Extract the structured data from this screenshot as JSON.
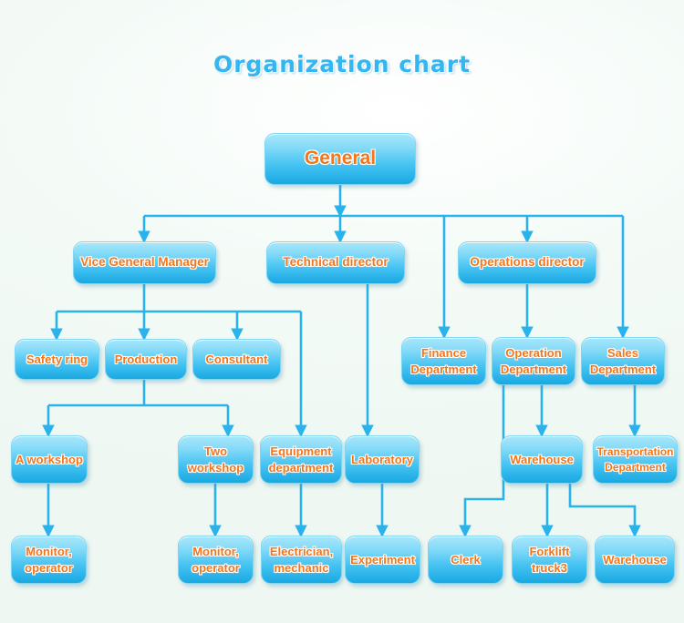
{
  "page": {
    "title": "Organization chart",
    "title_color": "#36b6f0",
    "background_color": "#f0f8f4",
    "node_text_color": "#f4761a",
    "node_fill_top": "#a7e6fa",
    "node_fill_bottom": "#19a8e2",
    "connector_color": "#29b3ec"
  },
  "nodes": {
    "general": {
      "label": "General",
      "level": 1
    },
    "vice_general_manager": {
      "label": "Vice General Manager",
      "level": 2
    },
    "technical_director": {
      "label": "Technical director",
      "level": 2
    },
    "operations_director": {
      "label": "Operations director",
      "level": 2
    },
    "safety_ring": {
      "label": "Safety ring",
      "level": 3
    },
    "production": {
      "label": "Production",
      "level": 3
    },
    "consultant": {
      "label": "Consultant",
      "level": 3
    },
    "finance_department": {
      "label": "Finance\nDepartment",
      "level": 3
    },
    "operation_department": {
      "label": "Operation\nDepartment",
      "level": 3
    },
    "sales_department": {
      "label": "Sales\nDepartment",
      "level": 3
    },
    "a_workshop": {
      "label": "A workshop",
      "level": 4
    },
    "two_workshop": {
      "label": "Two\nworkshop",
      "level": 4
    },
    "equipment_department": {
      "label": "Equipment\ndepartment",
      "level": 4
    },
    "laboratory": {
      "label": "Laboratory",
      "level": 4
    },
    "warehouse_mid": {
      "label": "Warehouse",
      "level": 4
    },
    "transportation_department": {
      "label": "Transportation\nDepartment",
      "level": 4
    },
    "monitor_operator_1": {
      "label": "Monitor,\noperator",
      "level": 5
    },
    "monitor_operator_2": {
      "label": "Monitor,\noperator",
      "level": 5
    },
    "electrician_mechanic": {
      "label": "Electrician,\nmechanic",
      "level": 5
    },
    "experiment": {
      "label": "Experiment",
      "level": 5
    },
    "clerk": {
      "label": "Clerk",
      "level": 5
    },
    "forklift_truck3": {
      "label": "Forklift\ntruck3",
      "level": 5
    },
    "warehouse_bottom": {
      "label": "Warehouse",
      "level": 5
    }
  },
  "edges": [
    {
      "from": "general",
      "to": "vice_general_manager"
    },
    {
      "from": "general",
      "to": "technical_director"
    },
    {
      "from": "general",
      "to": "operations_director"
    },
    {
      "from": "general",
      "to": "finance_department"
    },
    {
      "from": "general",
      "to": "sales_department"
    },
    {
      "from": "vice_general_manager",
      "to": "safety_ring"
    },
    {
      "from": "vice_general_manager",
      "to": "production"
    },
    {
      "from": "vice_general_manager",
      "to": "consultant"
    },
    {
      "from": "vice_general_manager",
      "to": "equipment_department"
    },
    {
      "from": "technical_director",
      "to": "laboratory"
    },
    {
      "from": "operations_director",
      "to": "operation_department"
    },
    {
      "from": "production",
      "to": "a_workshop"
    },
    {
      "from": "production",
      "to": "two_workshop"
    },
    {
      "from": "operation_department",
      "to": "warehouse_mid"
    },
    {
      "from": "operation_department",
      "to": "clerk"
    },
    {
      "from": "sales_department",
      "to": "transportation_department"
    },
    {
      "from": "a_workshop",
      "to": "monitor_operator_1"
    },
    {
      "from": "two_workshop",
      "to": "monitor_operator_2"
    },
    {
      "from": "equipment_department",
      "to": "electrician_mechanic"
    },
    {
      "from": "laboratory",
      "to": "experiment"
    },
    {
      "from": "warehouse_mid",
      "to": "forklift_truck3"
    },
    {
      "from": "warehouse_mid",
      "to": "warehouse_bottom"
    }
  ]
}
